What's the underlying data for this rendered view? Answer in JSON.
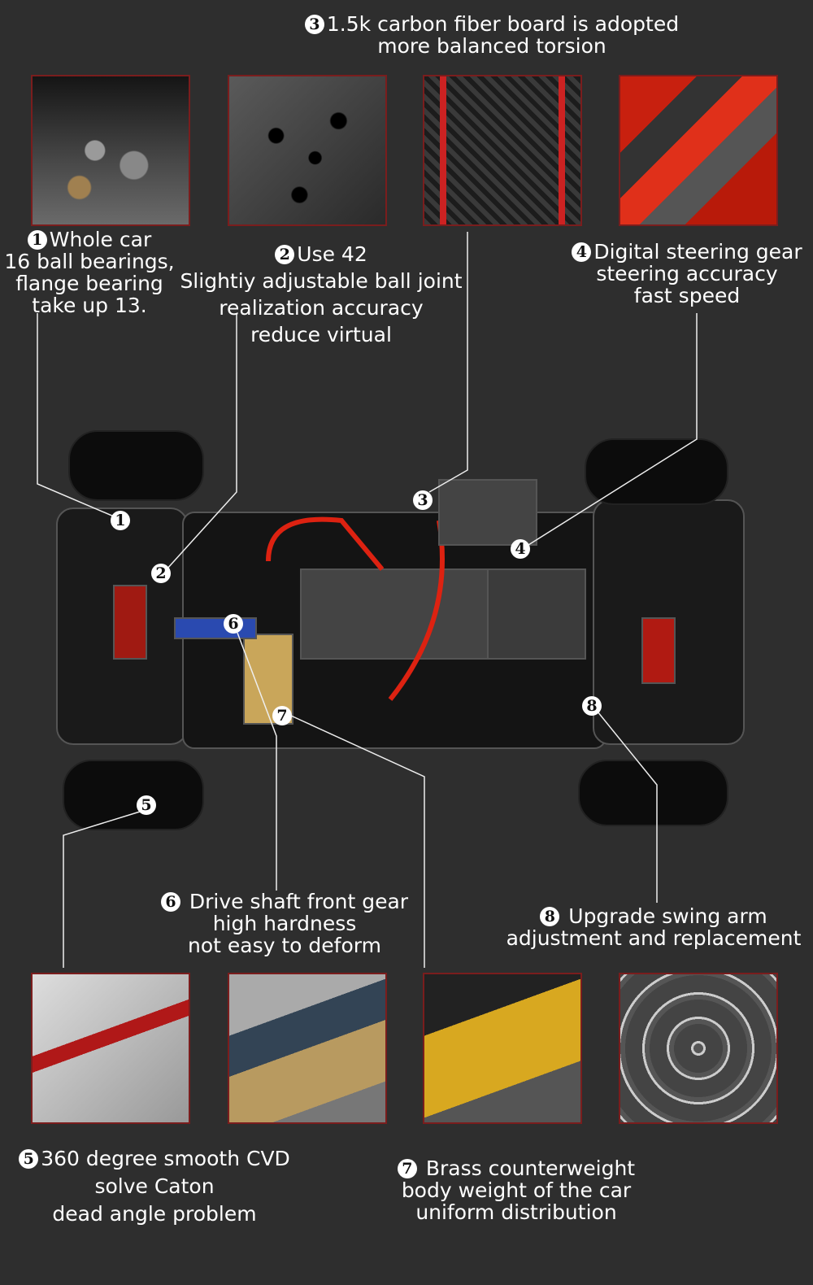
{
  "features": [
    {
      "number": "1",
      "lines": [
        "Whole car",
        "16 ball bearings,",
        "flange bearing",
        "take up 13."
      ]
    },
    {
      "number": "2",
      "lines": [
        "Use 42",
        "Slightiy adjustable ball joint",
        "realization accuracy",
        "reduce virtual"
      ]
    },
    {
      "number": "3",
      "lines": [
        "1.5k carbon fiber board is adopted",
        "more balanced torsion"
      ]
    },
    {
      "number": "4",
      "lines": [
        "Digital steering gear",
        "steering accuracy",
        "fast speed"
      ]
    },
    {
      "number": "5",
      "lines": [
        "360 degree smooth CVD",
        "solve Caton",
        "dead angle problem"
      ]
    },
    {
      "number": "6",
      "lines": [
        "Drive shaft front gear",
        "high hardness",
        "not easy to deform"
      ]
    },
    {
      "number": "7",
      "lines": [
        "Brass counterweight",
        "body weight of the car",
        "uniform distribution"
      ]
    },
    {
      "number": "8",
      "lines": [
        "Upgrade swing arm",
        "adjustment and replacement"
      ]
    }
  ],
  "car_markers": [
    "1",
    "2",
    "3",
    "4",
    "5",
    "6",
    "7",
    "8"
  ],
  "colors": {
    "background": "#2e2e2e",
    "photo_border": "#7a1d1d",
    "accent_red": "#c8200f"
  }
}
